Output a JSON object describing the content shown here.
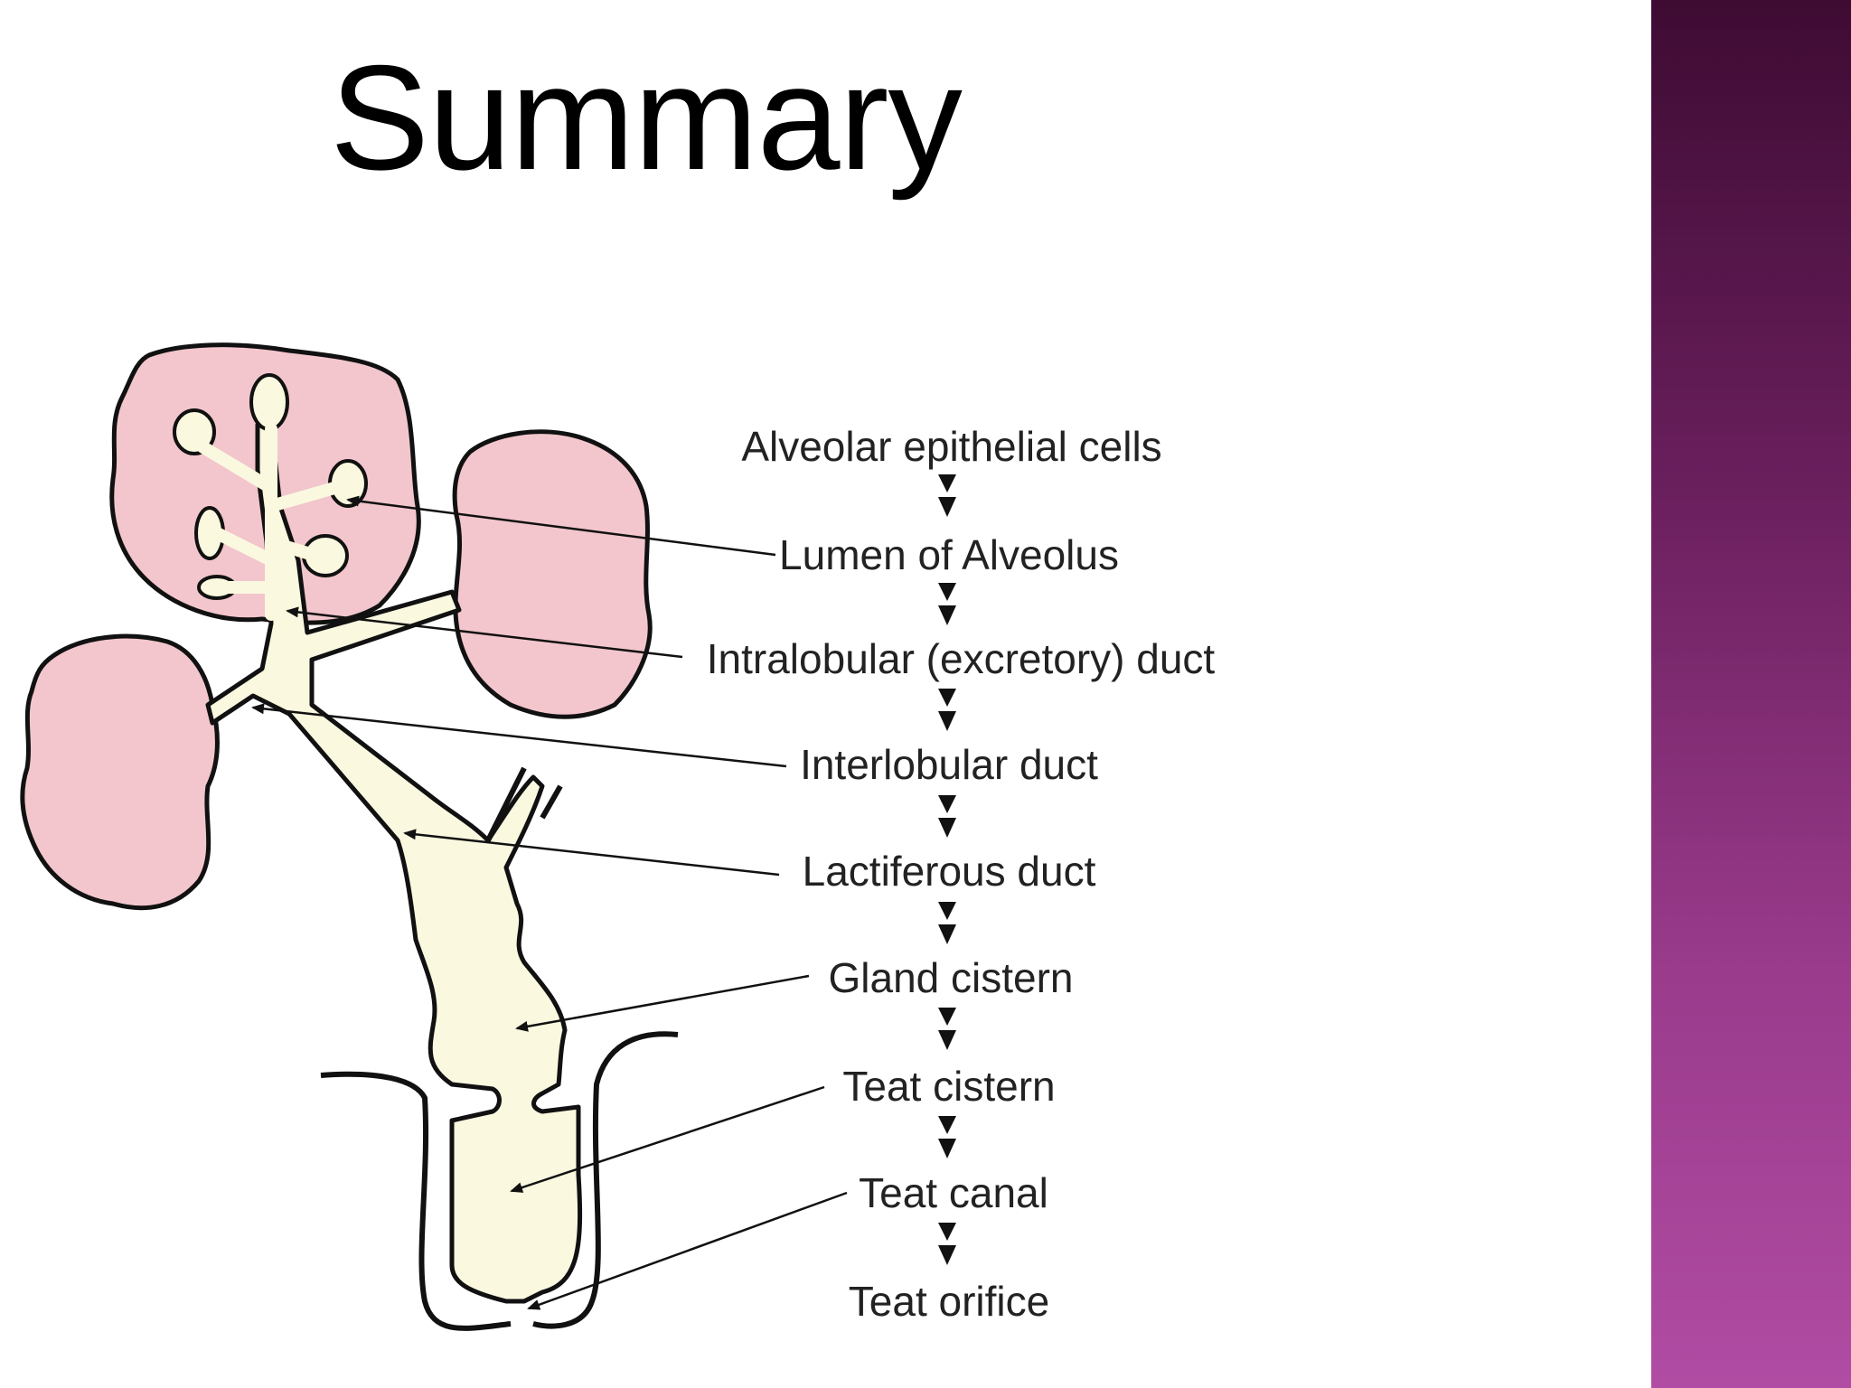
{
  "title": "Summary",
  "diagram": {
    "steps": [
      {
        "label": "Alveolar epithelial cells",
        "points_to": "none"
      },
      {
        "label": "Lumen of Alveolus",
        "points_to": "alveolus-lumen"
      },
      {
        "label": "Intralobular (excretory) duct",
        "points_to": "intralobular-duct"
      },
      {
        "label": "Interlobular duct",
        "points_to": "interlobular-duct"
      },
      {
        "label": "Lactiferous duct",
        "points_to": "lactiferous-duct"
      },
      {
        "label": "Gland cistern",
        "points_to": "gland-cistern"
      },
      {
        "label": "Teat cistern",
        "points_to": "teat-cistern"
      },
      {
        "label": "Teat canal",
        "points_to": "teat-canal"
      },
      {
        "label": "Teat orifice",
        "points_to": "none"
      }
    ],
    "colors": {
      "lobule_fill": "#f2c6cc",
      "duct_fill": "#fbf8e0",
      "outline": "#111111",
      "arrow": "#111111"
    }
  },
  "theme": {
    "side_band_gradient": [
      "#3e0b33",
      "#b04ca3"
    ]
  }
}
